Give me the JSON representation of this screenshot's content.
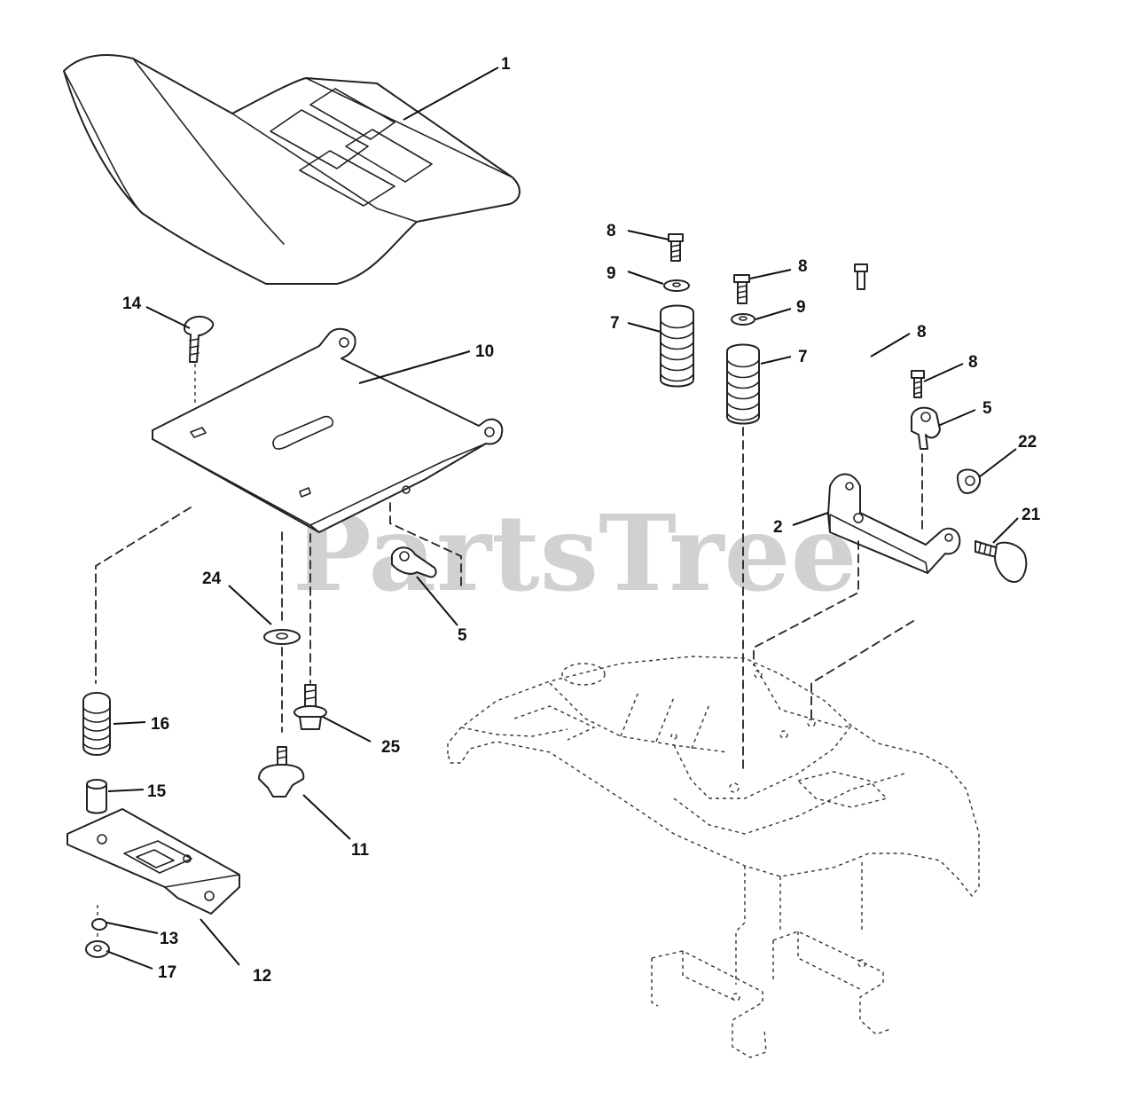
{
  "watermark": "PartsTree",
  "callouts": {
    "c1": "1",
    "c2": "2",
    "c5a": "5",
    "c5b": "5",
    "c7a": "7",
    "c7b": "7",
    "c8a": "8",
    "c8b": "8",
    "c8c": "8",
    "c8d": "8",
    "c9a": "9",
    "c9b": "9",
    "c10": "10",
    "c11": "11",
    "c12": "12",
    "c13": "13",
    "c14": "14",
    "c15": "15",
    "c16": "16",
    "c17": "17",
    "c21": "21",
    "c22": "22",
    "c24": "24",
    "c25": "25"
  }
}
